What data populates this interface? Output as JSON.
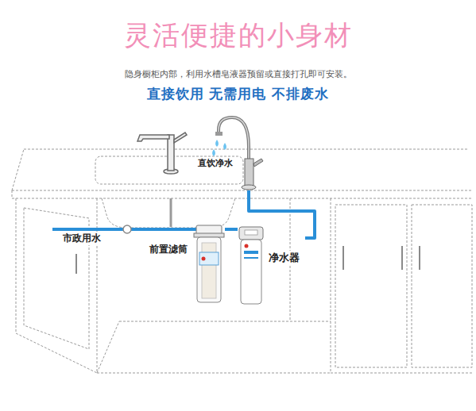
{
  "diagram": {
    "title": "灵活便捷的小身材",
    "nodes": [
      {
        "text": [
          "直饮净水"
        ]
      },
      {
        "text": [
          "前置滤筒"
        ]
      },
      {
        "text": [
          "净水器"
        ]
      }
    ],
    "edges": [
      {
        "from": 1,
        "to": 2,
        "arrow": "none"
      },
      {
        "from": 2,
        "to": 0,
        "arrow": "none"
      }
    ],
    "labels": [
      "隐身橱柜内部，利用水槽皂液器预留或直接打孔即可安装。",
      "直接饮用 无需用电 不排废水",
      "市政用水"
    ]
  }
}
